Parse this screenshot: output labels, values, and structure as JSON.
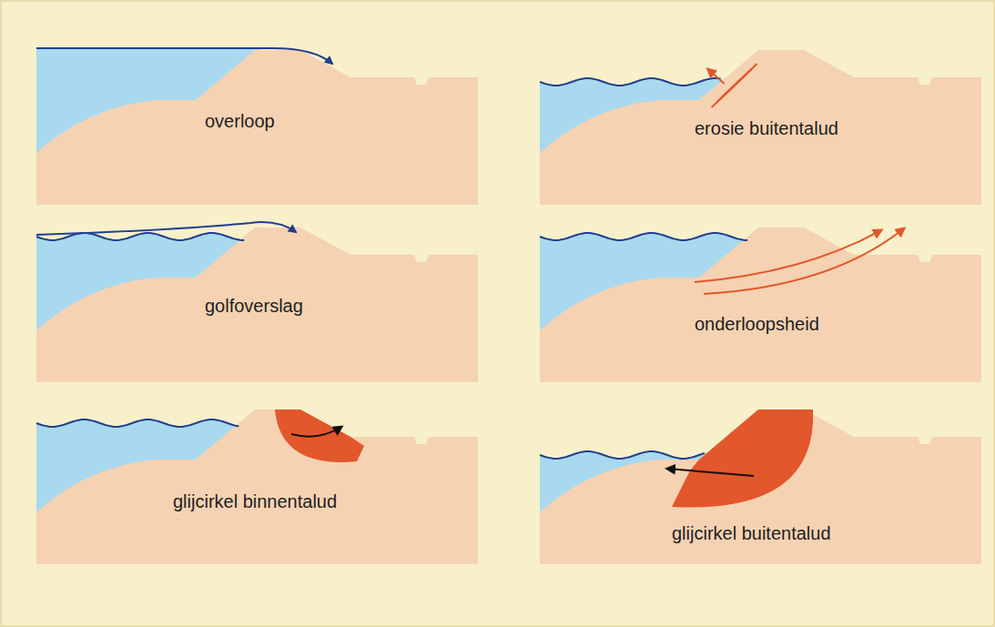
{
  "diagram": {
    "labels": [
      "overloop",
      "erosie buitentalud",
      "golfoverslag",
      "onderloopsheid",
      "glijcirkel binnentalud",
      "glijcirkel buitentalud"
    ]
  }
}
